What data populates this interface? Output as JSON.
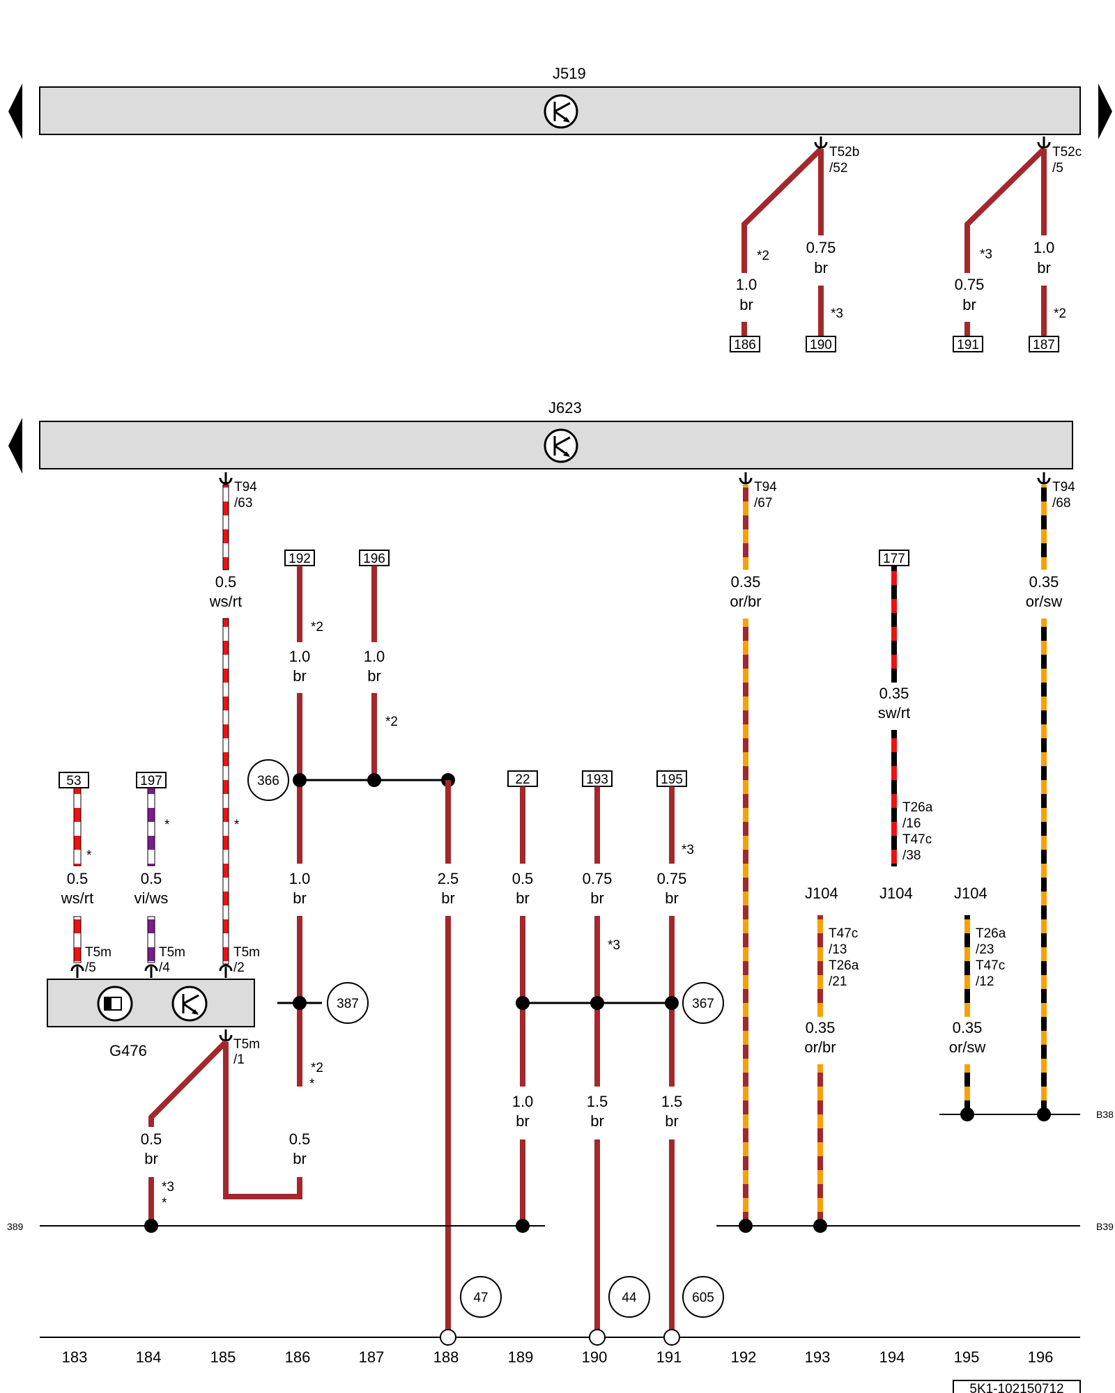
{
  "modules": {
    "j519": {
      "title": "J519"
    },
    "j623": {
      "title": "J623"
    },
    "g476": {
      "title": "G476"
    }
  },
  "module_labels": {
    "j104_a": "J104",
    "j104_b": "J104",
    "j104_c": "J104"
  },
  "pins": {
    "t52b": [
      "T52b",
      "/52"
    ],
    "t52c": [
      "T52c",
      "/5"
    ],
    "t94_63": [
      "T94",
      "/63"
    ],
    "t94_67": [
      "T94",
      "/67"
    ],
    "t94_68": [
      "T94",
      "/68"
    ],
    "t5m_5": [
      "T5m",
      "/5"
    ],
    "t5m_4": [
      "T5m",
      "/4"
    ],
    "t5m_2": [
      "T5m",
      "/2"
    ],
    "t5m_1": [
      "T5m",
      "/1"
    ],
    "t26a16": [
      "T26a",
      "/16",
      "T47c",
      "/38"
    ],
    "t47c13": [
      "T47c",
      "/13",
      "T26a",
      "/21"
    ],
    "t26a23": [
      "T26a",
      "/23",
      "T47c",
      "/12"
    ]
  },
  "wire_labels": {
    "w1": [
      "1.0",
      "br"
    ],
    "w2": [
      "0.75",
      "br"
    ],
    "w3": [
      "0.75",
      "br"
    ],
    "w4": [
      "1.0",
      "br"
    ],
    "w5": [
      "0.5",
      "ws/rt"
    ],
    "w6": [
      "1.0",
      "br"
    ],
    "w7": [
      "1.0",
      "br"
    ],
    "w8": [
      "0.35",
      "or/br"
    ],
    "w9": [
      "0.35",
      "sw/rt"
    ],
    "w10": [
      "0.35",
      "or/sw"
    ],
    "w11": [
      "0.5",
      "ws/rt"
    ],
    "w12": [
      "0.5",
      "vi/ws"
    ],
    "w13": [
      "1.0",
      "br"
    ],
    "w14": [
      "2.5",
      "br"
    ],
    "w15": [
      "0.5",
      "br"
    ],
    "w16": [
      "0.75",
      "br"
    ],
    "w17": [
      "0.75",
      "br"
    ],
    "w18": [
      "0.35",
      "or/br"
    ],
    "w19": [
      "0.35",
      "or/sw"
    ],
    "w20": [
      "1.0",
      "br"
    ],
    "w21": [
      "1.5",
      "br"
    ],
    "w22": [
      "1.5",
      "br"
    ],
    "w23": [
      "0.5",
      "br"
    ],
    "w24": [
      "0.5",
      "br"
    ]
  },
  "notes": {
    "n1": "*2",
    "n2": "*3",
    "n3": "*3",
    "n4": "*2",
    "n5": "*2",
    "n6": "*2",
    "n7": "*",
    "n8": "*",
    "n9": "*",
    "n10": "*3",
    "n11": "*3",
    "n12": "*2",
    "n13": "*",
    "n14": "*3",
    "n15": "*"
  },
  "boxed_refs": {
    "b186": "186",
    "b190": "190",
    "b191": "191",
    "b187": "187",
    "b192": "192",
    "b196": "196",
    "b177": "177",
    "b53": "53",
    "b197": "197",
    "b22": "22",
    "b193": "193",
    "b195": "195"
  },
  "circled_refs": {
    "c366": "366",
    "c387": "387",
    "c367": "367",
    "c47": "47",
    "c44": "44",
    "c605": "605"
  },
  "bus_labels": {
    "b38": "B38",
    "b39": "B39",
    "left389": "389"
  },
  "column_numbers": [
    "183",
    "184",
    "185",
    "186",
    "187",
    "188",
    "189",
    "190",
    "191",
    "192",
    "193",
    "194",
    "195",
    "196"
  ],
  "footer_code": "5K1-102150712",
  "wire_colors": {
    "br": "#a3282b",
    "or": "#f5a20a",
    "rt": "#ee1111",
    "ws": "#ffffff",
    "sw": "#000000",
    "vi": "#7a1d8c"
  }
}
